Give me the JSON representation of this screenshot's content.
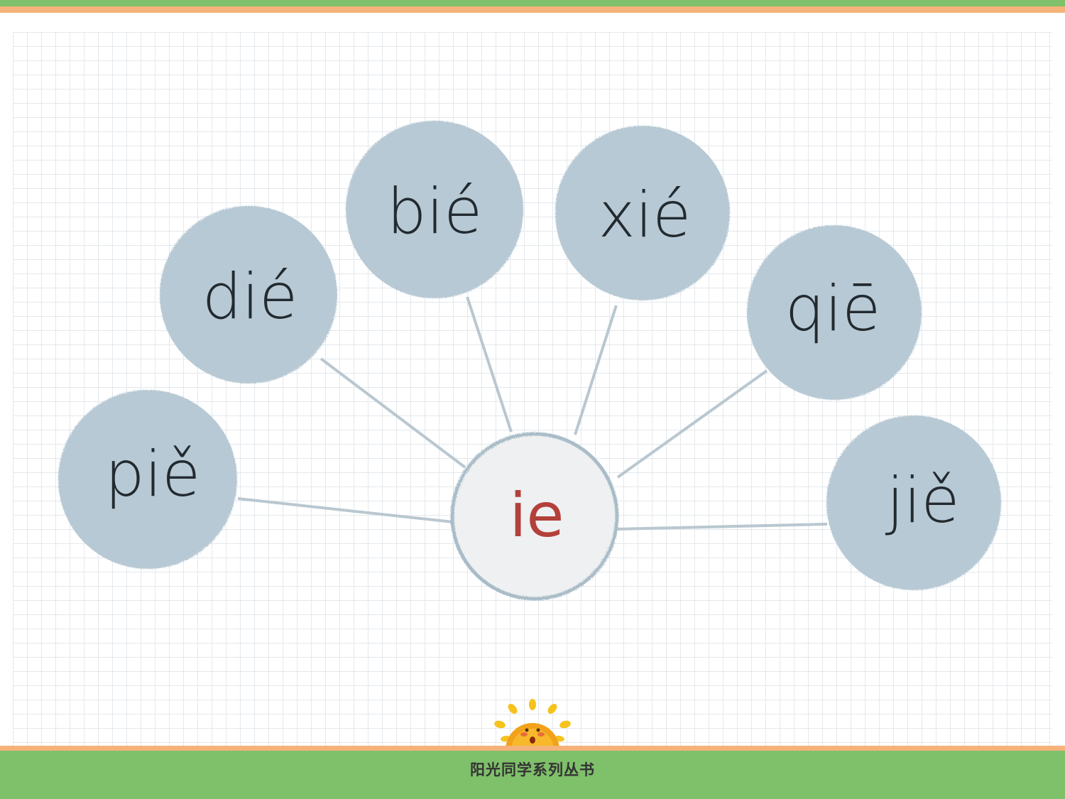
{
  "center": {
    "label": "ie",
    "color": "#b3403a"
  },
  "nodes": [
    {
      "label": "piě"
    },
    {
      "label": "dié"
    },
    {
      "label": "bié"
    },
    {
      "label": "xié"
    },
    {
      "label": "qiē"
    },
    {
      "label": "jiě"
    }
  ],
  "colors": {
    "node_fill": "#b7c9d4",
    "center_fill": "#eef0f1",
    "center_stroke": "#a9bcc8",
    "connector": "#b9c7d0",
    "header_green": "#7fc06a",
    "header_orange": "#f5b27a"
  },
  "footer": {
    "text": "阳光同学系列丛书"
  },
  "logo": {
    "icon": "sun-mascot-icon"
  }
}
